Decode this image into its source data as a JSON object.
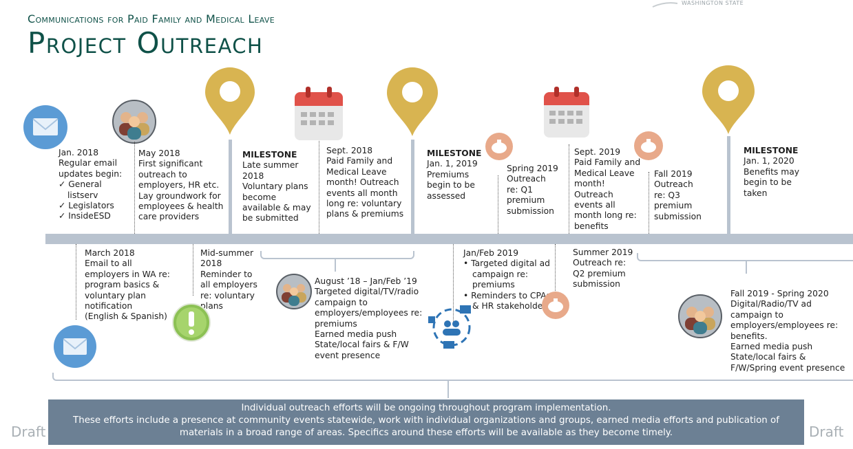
{
  "logo_text": "WASHINGTON STATE",
  "header": {
    "supertitle": "Communications for Paid Family and Medical Leave",
    "title": "Project Outreach"
  },
  "top_items": [
    {
      "lines": [
        "Jan. 2018",
        "Regular email",
        "updates begin:"
      ],
      "bullets": [
        "General listserv",
        "Legislators",
        "InsideESD"
      ]
    },
    {
      "lines": [
        "May 2018",
        "First significant outreach to employers, HR etc.",
        "Lay groundwork for employees & health care providers"
      ]
    },
    {
      "heading": "MILESTONE",
      "lines": [
        "Late summer 2018",
        "Voluntary plans become available & may be submitted"
      ]
    },
    {
      "lines": [
        "Sept. 2018",
        "Paid Family and Medical Leave month! Outreach events all month long re: voluntary plans & premiums"
      ]
    },
    {
      "heading": "MILESTONE",
      "lines": [
        "Jan. 1, 2019",
        "Premiums begin to be assessed"
      ]
    },
    {
      "lines": [
        "Spring 2019",
        "Outreach re: Q1 premium submission"
      ]
    },
    {
      "lines": [
        "Sept. 2019",
        "Paid Family and Medical Leave month! Outreach events all month long re: benefits"
      ]
    },
    {
      "lines": [
        "Fall 2019",
        "Outreach re: Q3 premium submission"
      ]
    },
    {
      "heading": "MILESTONE",
      "lines": [
        "Jan. 1, 2020",
        "Benefits may begin to be taken"
      ]
    }
  ],
  "bottom_items": [
    {
      "lines": [
        "March 2018",
        "Email to all employers in WA re: program basics & voluntary plan notification",
        "(English & Spanish)"
      ]
    },
    {
      "lines": [
        "Mid-summer 2018",
        "Reminder to all employers re: voluntary plans"
      ]
    },
    {
      "lines": [
        "August ’18 – Jan/Feb ’19",
        "Targeted digital/TV/radio campaign to employers/employees re: premiums",
        "Earned media push",
        "State/local fairs & F/W event presence"
      ]
    },
    {
      "lines": [
        "Jan/Feb 2019"
      ],
      "bullets": [
        "Targeted digital ad campaign re: premiums",
        "Reminders to CPAs & HR stakeholders"
      ]
    },
    {
      "lines": [
        "Summer 2019",
        "Outreach re: Q2 premium submission"
      ]
    },
    {
      "lines": [
        "Fall 2019 - Spring 2020",
        "Digital/Radio/TV ad campaign to employers/employees re: benefits.",
        "Earned media push",
        "State/local fairs & F/W/Spring event presence"
      ]
    }
  ],
  "footer": {
    "line1": "Individual outreach efforts will be ongoing throughout program implementation.",
    "line2": "These efforts include a presence at community events statewide, work with individual organizations and groups, earned media efforts and publication of materials in a broad range of areas. Specifics around these efforts will be available as they become timely."
  },
  "draft_label": "Draft",
  "colors": {
    "title": "#0f5148",
    "pin": "#d8b451",
    "calendar": "#e0524a",
    "envelope": "#5b9bd5",
    "piggy": "#e8a98a",
    "timeline": "#b9c3cf",
    "footer": "#6c8094",
    "campaign": "#2e74b5"
  },
  "icons": [
    "envelope-icon",
    "people-icon",
    "location-pin-icon",
    "calendar-icon",
    "piggy-bank-icon",
    "exclamation-icon",
    "social-campaign-icon"
  ]
}
